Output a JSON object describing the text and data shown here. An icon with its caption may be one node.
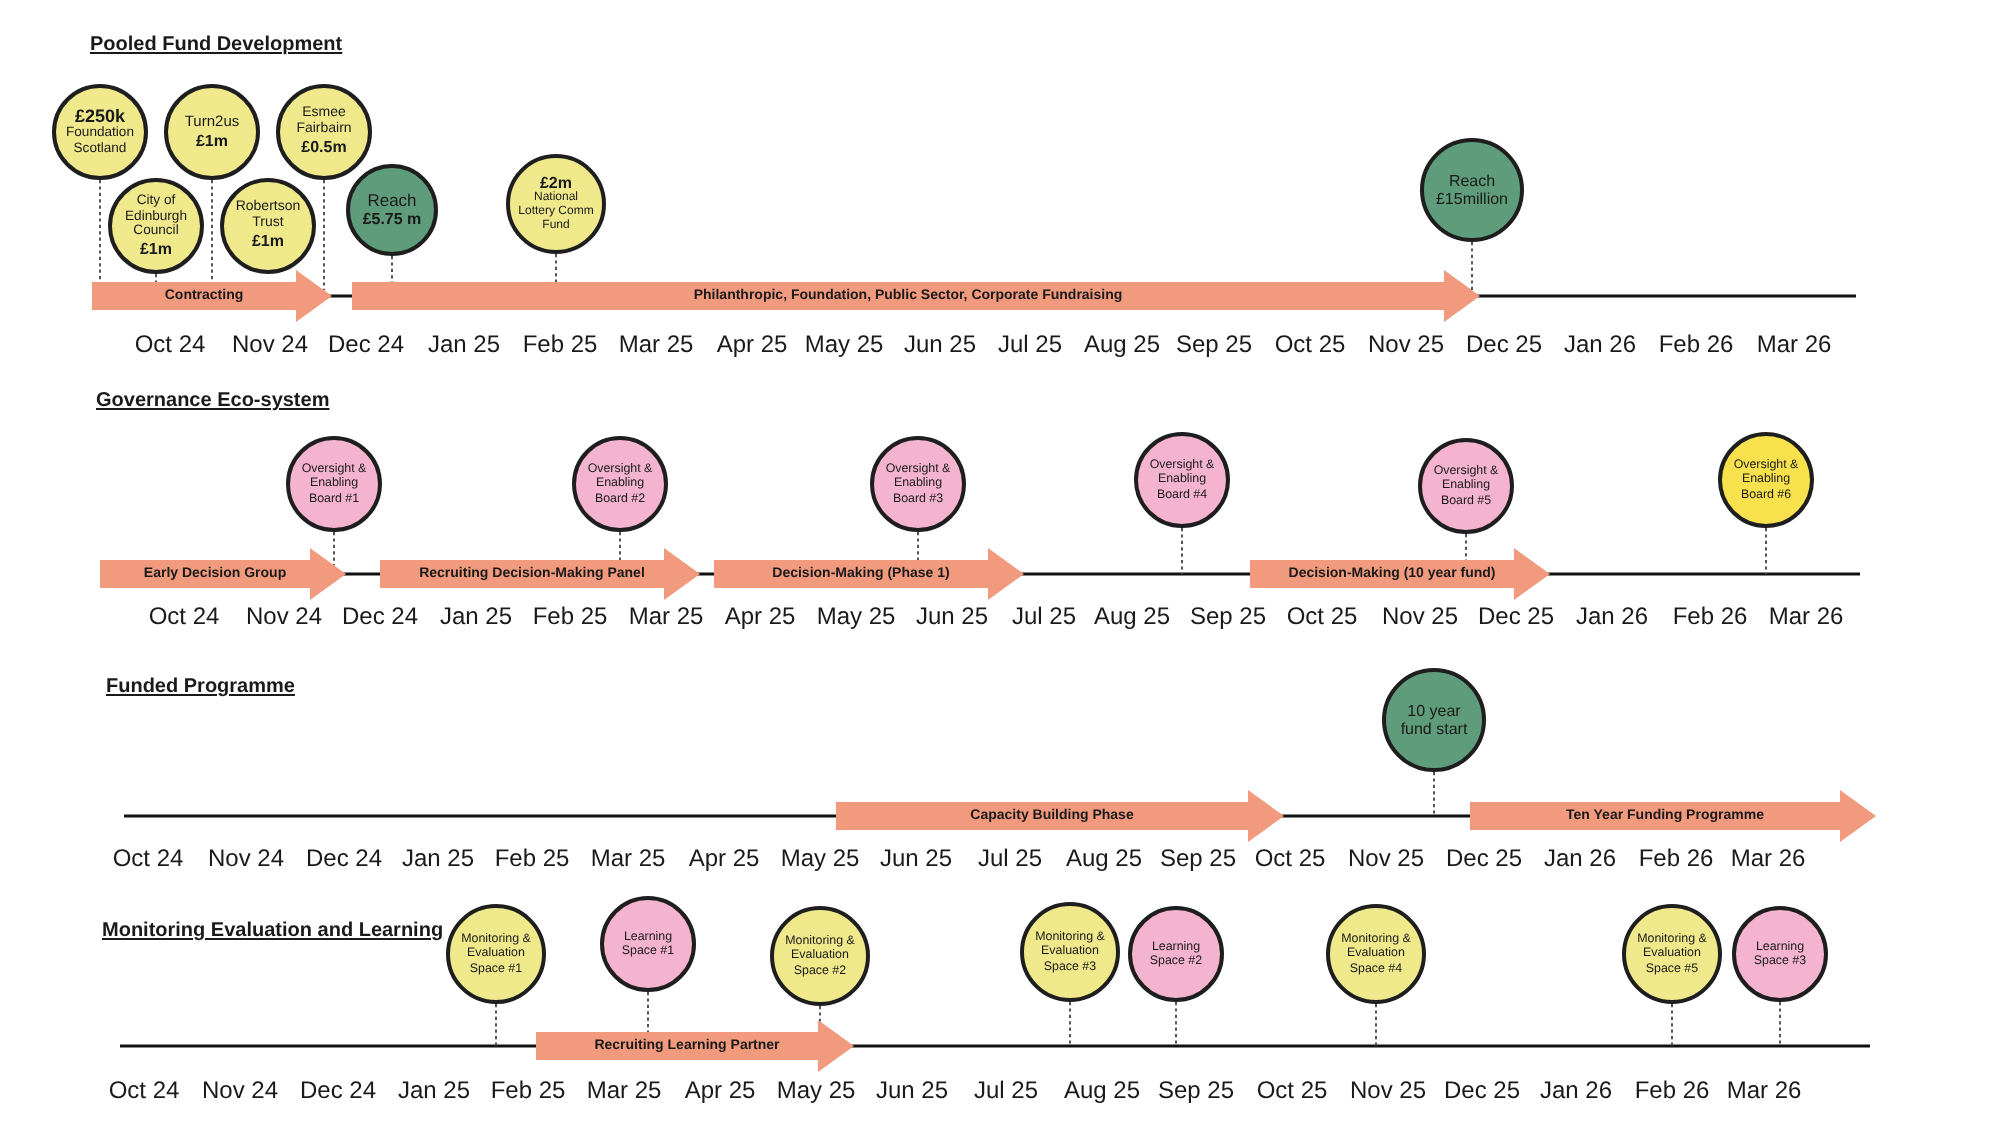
{
  "diagram": {
    "nodes": [
      {
        "text": [
          "£250k",
          "Foundation Scotland"
        ]
      },
      {
        "text": [
          "Turn2us",
          "£1m"
        ]
      },
      {
        "text": [
          "Esmee Fairbairn",
          "£0.5m"
        ]
      },
      {
        "text": [
          "City of Edinburgh Council",
          "£1m"
        ]
      },
      {
        "text": [
          "Robertson Trust",
          "£1m"
        ]
      },
      {
        "text": [
          "Reach",
          "£5.75 m"
        ]
      },
      {
        "text": [
          "£2m",
          "National Lottery Comm Fund"
        ]
      },
      {
        "text": [
          "Reach £15million"
        ]
      },
      {
        "text": [
          "Contracting"
        ]
      },
      {
        "text": [
          "Philanthropic, Foundation, Public Sector, Corporate Fundraising"
        ]
      },
      {
        "text": [
          "Oversight & Enabling Board #1"
        ]
      },
      {
        "text": [
          "Oversight & Enabling Board #2"
        ]
      },
      {
        "text": [
          "Oversight & Enabling Board #3"
        ]
      },
      {
        "text": [
          "Oversight & Enabling Board #4"
        ]
      },
      {
        "text": [
          "Oversight & Enabling Board #5"
        ]
      },
      {
        "text": [
          "Oversight & Enabling Board #6"
        ]
      },
      {
        "text": [
          "Early Decision Group"
        ]
      },
      {
        "text": [
          "Recruiting Decision-Making Panel"
        ]
      },
      {
        "text": [
          "Decision-Making (Phase 1)"
        ]
      },
      {
        "text": [
          "Decision-Making (10 year fund)"
        ]
      },
      {
        "text": [
          "10 year fund start"
        ]
      },
      {
        "text": [
          "Capacity Building Phase"
        ]
      },
      {
        "text": [
          "Ten Year Funding Programme"
        ]
      },
      {
        "text": [
          "Monitoring & Evaluation Space #1"
        ]
      },
      {
        "text": [
          "Learning Space #1"
        ]
      },
      {
        "text": [
          "Monitoring & Evaluation Space #2"
        ]
      },
      {
        "text": [
          "Monitoring & Evaluation Space #3"
        ]
      },
      {
        "text": [
          "Learning Space #2"
        ]
      },
      {
        "text": [
          "Monitoring & Evaluation Space #4"
        ]
      },
      {
        "text": [
          "Monitoring & Evaluation Space #5"
        ]
      },
      {
        "text": [
          "Learning Space #3"
        ]
      },
      {
        "text": [
          "Recruiting Learning Partner"
        ]
      }
    ],
    "edges": [
      {
        "from": 0,
        "to": 8,
        "arrow": "none",
        "style": "dashed"
      },
      {
        "from": 1,
        "to": 8,
        "arrow": "none",
        "style": "dashed"
      },
      {
        "from": 2,
        "to": 8,
        "arrow": "none",
        "style": "dashed"
      },
      {
        "from": 3,
        "to": 8,
        "arrow": "none",
        "style": "dashed"
      },
      {
        "from": 5,
        "to": 9,
        "arrow": "none",
        "style": "dashed"
      },
      {
        "from": 6,
        "to": 9,
        "arrow": "none",
        "style": "dashed"
      },
      {
        "from": 7,
        "to": 9,
        "arrow": "none",
        "style": "dashed"
      },
      {
        "from": 10,
        "to": 16,
        "arrow": "none",
        "style": "dashed"
      },
      {
        "from": 11,
        "to": 17,
        "arrow": "none",
        "style": "dashed"
      },
      {
        "from": 12,
        "to": 18,
        "arrow": "none",
        "style": "dashed"
      },
      {
        "from": 13,
        "to": null,
        "arrow": "none",
        "style": "dashed"
      },
      {
        "from": 14,
        "to": 19,
        "arrow": "none",
        "style": "dashed"
      },
      {
        "from": 15,
        "to": null,
        "arrow": "none",
        "style": "dashed"
      },
      {
        "from": 20,
        "to": null,
        "arrow": "none",
        "style": "dashed"
      },
      {
        "from": 23,
        "to": null,
        "arrow": "none",
        "style": "dashed"
      },
      {
        "from": 24,
        "to": 31,
        "arrow": "none",
        "style": "dashed"
      },
      {
        "from": 25,
        "to": 31,
        "arrow": "none",
        "style": "dashed"
      },
      {
        "from": 26,
        "to": null,
        "arrow": "none",
        "style": "dashed"
      },
      {
        "from": 27,
        "to": null,
        "arrow": "none",
        "style": "dashed"
      },
      {
        "from": 28,
        "to": null,
        "arrow": "none",
        "style": "dashed"
      },
      {
        "from": 29,
        "to": null,
        "arrow": "none",
        "style": "dashed"
      },
      {
        "from": 30,
        "to": null,
        "arrow": "none",
        "style": "dashed"
      }
    ],
    "labels": [
      "Pooled Fund Development",
      "Oct 24",
      "Nov 24",
      "Dec 24",
      "Jan 25",
      "Feb 25",
      "Mar 25",
      "Apr 25",
      "May 25",
      "Jun 25",
      "Jul 25",
      "Aug 25",
      "Sep 25",
      "Oct 25",
      "Nov 25",
      "Dec 25",
      "Jan 26",
      "Feb 26",
      "Mar 26",
      "Governance Eco-system",
      "Oct 24",
      "Nov 24",
      "Dec 24",
      "Jan 25",
      "Feb 25",
      "Mar 25",
      "Apr 25",
      "May 25",
      "Jun 25",
      "Jul 25",
      "Aug 25",
      "Sep 25",
      "Oct 25",
      "Nov 25",
      "Dec 25",
      "Jan 26",
      "Feb 26",
      "Mar 26",
      "Funded Programme",
      "Oct 24",
      "Nov 24",
      "Dec 24",
      "Jan 25",
      "Feb 25",
      "Mar 25",
      "Apr 25",
      "May 25",
      "Jun 25",
      "Jul 25",
      "Aug 25",
      "Sep 25",
      "Oct 25",
      "Nov 25",
      "Dec 25",
      "Jan 26",
      "Feb 26",
      "Mar 26",
      "Monitoring Evaluation and Learning",
      "Oct 24",
      "Nov 24",
      "Dec 24",
      "Jan 25",
      "Feb 25",
      "Mar 25",
      "Apr 25",
      "May 25",
      "Jun 25",
      "Jul 25",
      "Aug 25",
      "Sep 25",
      "Oct 25",
      "Nov 25",
      "Dec 25",
      "Jan 26",
      "Feb 26",
      "Mar 26"
    ]
  }
}
